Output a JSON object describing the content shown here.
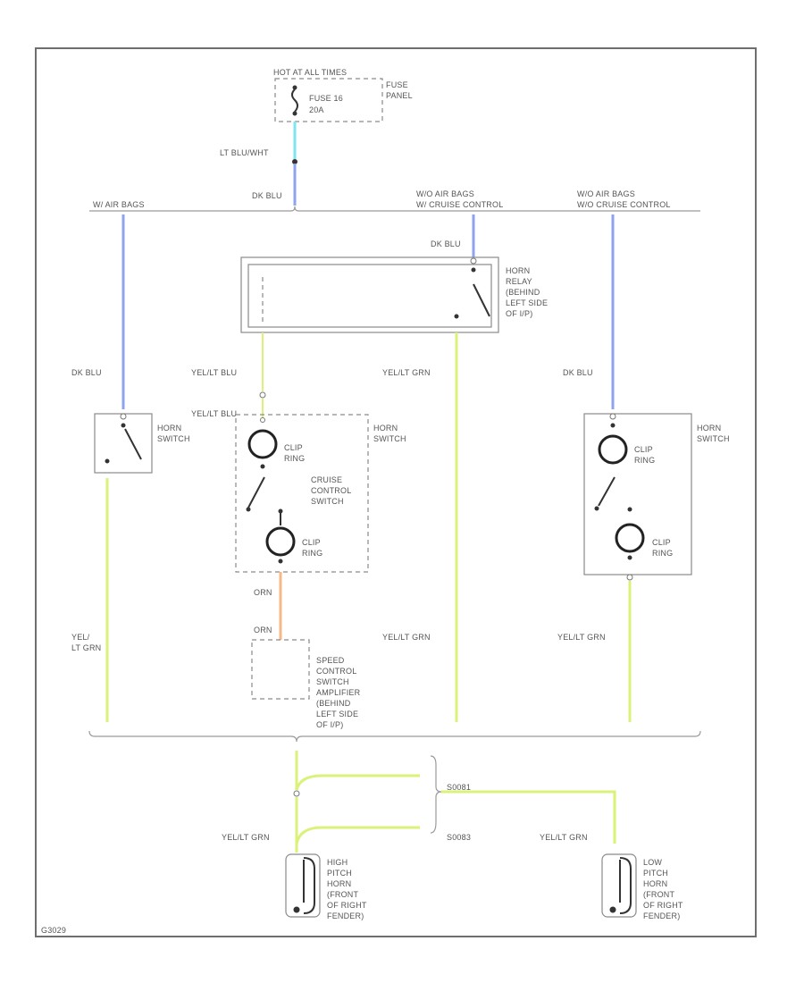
{
  "colors": {
    "lt_blu_wht": "#7fe6f0",
    "dk_blu": "#8fa3ee",
    "yel_lt_grn": "#d9f27a",
    "orn": "#f7b887",
    "line": "#8a8a8a",
    "frame": "#6e6e6e"
  },
  "icons": [
    "switch-contact-icon",
    "slip-ring-icon",
    "horn-icon",
    "fuse-icon"
  ],
  "fuse": {
    "header": "HOT AT ALL TIMES",
    "fuse_label": "FUSE 16",
    "fuse_rating": "20A",
    "panel_line1": "FUSE",
    "panel_line2": "PANEL"
  },
  "wires": {
    "lt_blu_wht": "LT BLU/WHT",
    "dk_blu_top": "DK BLU",
    "dk_blu_relay": "DK BLU",
    "dk_blu_left": "DK BLU",
    "dk_blu_right": "DK BLU",
    "yel_lt_blu": "YEL/LT BLU",
    "yel_lt_blu2": "YEL/LT BLU",
    "yel_lt_grn_mid": "YEL/LT GRN",
    "yel_lt_grn_mid2": "YEL/LT GRN",
    "yel_lt_grn_right": "YEL/LT GRN",
    "yel_left_1": "YEL/",
    "yel_left_2": "LT GRN",
    "orn_1": "ORN",
    "orn_2": "ORN",
    "yel_lt_grn_high": "YEL/LT GRN",
    "yel_lt_grn_low": "YEL/LT GRN"
  },
  "variants": {
    "left": "W/ AIR BAGS",
    "middle_1": "W/O AIR BAGS",
    "middle_2": "W/ CRUISE CONTROL",
    "right_1": "W/O AIR BAGS",
    "right_2": "W/O CRUISE CONTROL"
  },
  "relay": {
    "line1": "HORN",
    "line2": "RELAY",
    "line3": "(BEHIND",
    "line4": "LEFT SIDE",
    "line5": "OF I/P)"
  },
  "horn_switch_left": {
    "line1": "HORN",
    "line2": "SWITCH"
  },
  "horn_switch_mid": {
    "line1": "HORN",
    "line2": "SWITCH",
    "slip1_line1": "CLIP",
    "slip1_line2": "RING",
    "cruise_line1": "CRUISE",
    "cruise_line2": "CONTROL",
    "cruise_line3": "SWITCH",
    "slip2_line1": "CLIP",
    "slip2_line2": "RING"
  },
  "horn_switch_right": {
    "line1": "HORN",
    "line2": "SWITCH",
    "slip1_line1": "CLIP",
    "slip1_line2": "RING",
    "slip2_line1": "CLIP",
    "slip2_line2": "RING"
  },
  "speed_control": {
    "line1": "SPEED",
    "line2": "CONTROL",
    "line3": "SWITCH",
    "line4": "AMPLIFIER",
    "line5": "(BEHIND",
    "line6": "LEFT SIDE",
    "line7": "OF I/P)"
  },
  "splices": {
    "s1": "S0081",
    "s2": "S0083"
  },
  "high_horn": {
    "line1": "HIGH",
    "line2": "PITCH",
    "line3": "HORN",
    "line4": "(FRONT",
    "line5": "OF RIGHT",
    "line6": "FENDER)"
  },
  "low_horn": {
    "line1": "LOW",
    "line2": "PITCH",
    "line3": "HORN",
    "line4": "(FRONT",
    "line5": "OF RIGHT",
    "line6": "FENDER)"
  },
  "figure_id": "G3029"
}
